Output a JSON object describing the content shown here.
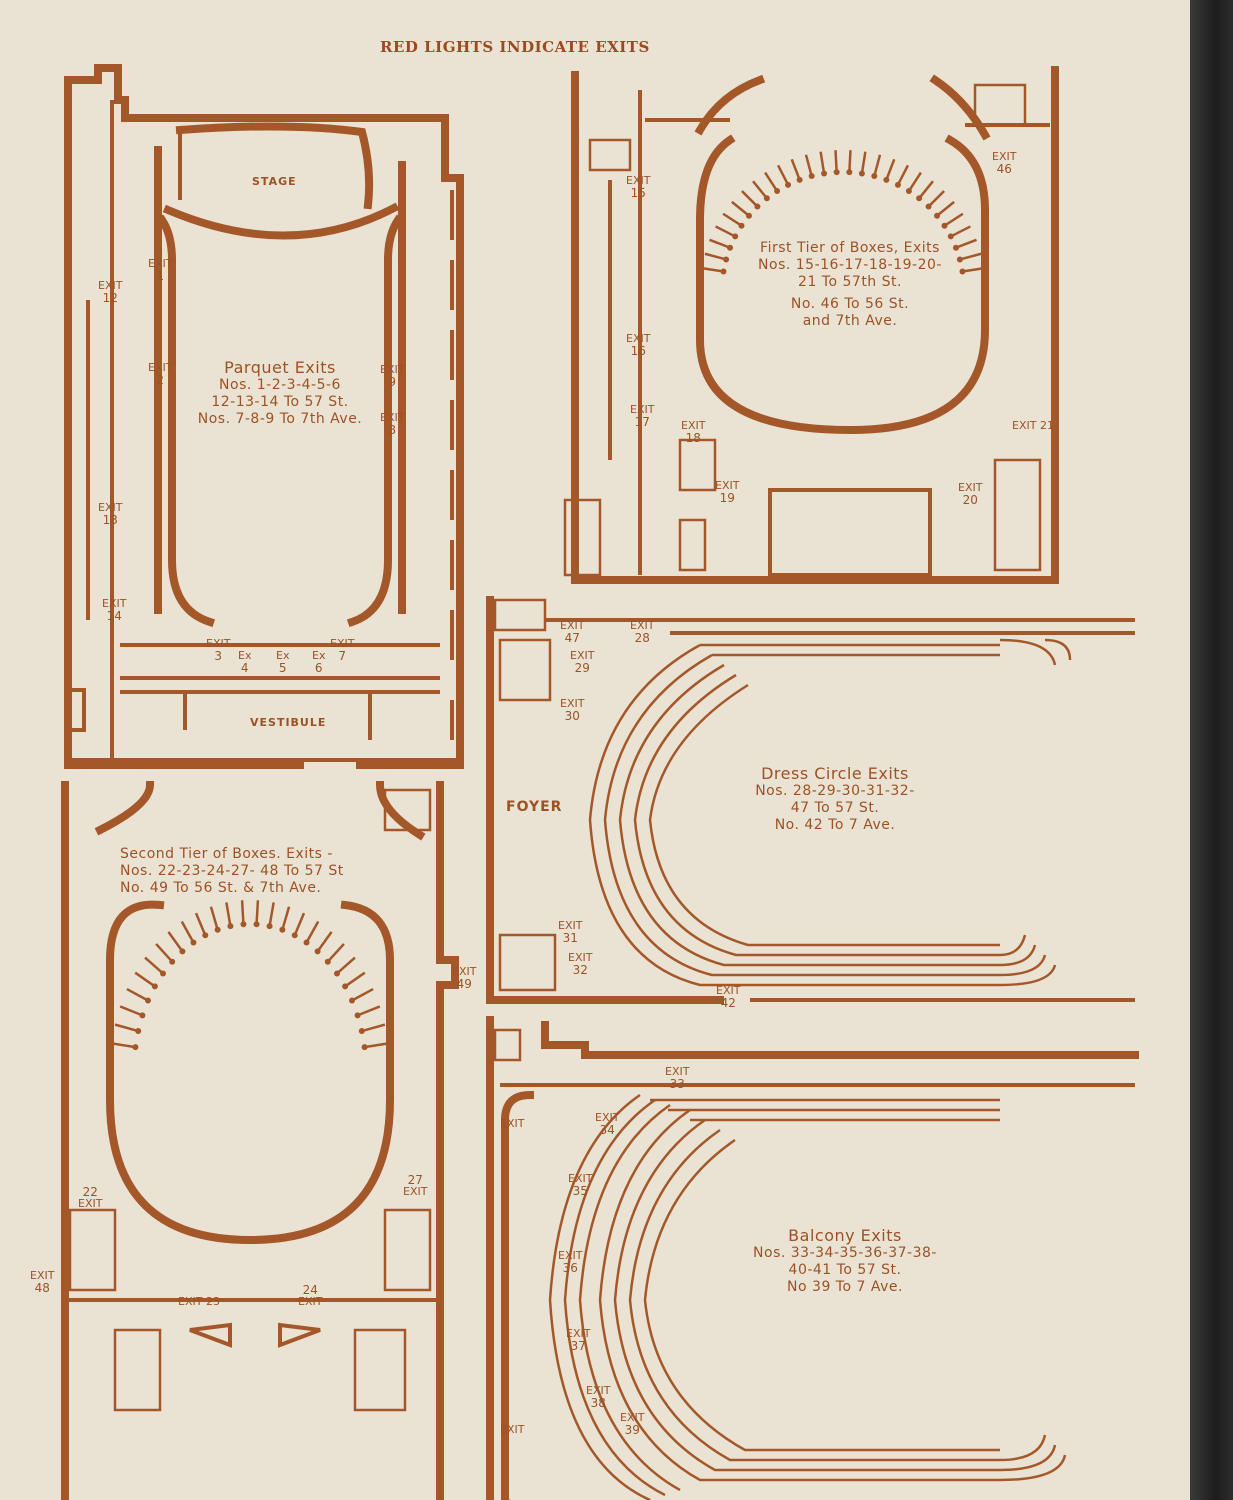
{
  "header": "RED LIGHTS INDICATE EXITS",
  "colors": {
    "ink": "#a4582a",
    "paper": "#eae3d4"
  },
  "rooms": {
    "stage": "STAGE",
    "vestibule": "VESTIBULE",
    "foyer": "FOYER"
  },
  "captions": {
    "parquet": {
      "title": "Parquet Exits",
      "line1": "Nos. 1-2-3-4-5-6",
      "line2": "12-13-14 To 57 St.",
      "line3": "Nos. 7-8-9 To 7th Ave."
    },
    "first_tier": {
      "title": "First Tier of Boxes, Exits",
      "line1": "Nos. 15-16-17-18-19-20-",
      "line2": "21 To 57th St.",
      "line3": "No. 46 To 56 St.",
      "line4": "and 7th Ave."
    },
    "second_tier": {
      "title": "Second Tier of Boxes. Exits -",
      "line1": "Nos. 22-23-24-27- 48 To 57 St",
      "line2": "No. 49 To 56 St. & 7th Ave."
    },
    "dress_circle": {
      "title": "Dress Circle Exits",
      "line1": "Nos. 28-29-30-31-32-",
      "line2": "47 To 57 St.",
      "line3": "No. 42 To 7 Ave."
    },
    "balcony": {
      "title": "Balcony Exits",
      "line1": "Nos. 33-34-35-36-37-38-",
      "line2": "40-41 To 57 St.",
      "line3": "No 39 To 7 Ave."
    }
  },
  "exit_word": "EXIT",
  "ex_word": "Ex",
  "exits": {
    "e1": "1",
    "e2": "2",
    "e3": "3",
    "e4": "4",
    "e5": "5",
    "e6": "6",
    "e7": "7",
    "e8": "8",
    "e9": "9",
    "e12": "12",
    "e13": "13",
    "e14": "14",
    "e15": "15",
    "e16": "16",
    "e17": "17",
    "e18": "18",
    "e19": "19",
    "e20": "20",
    "e21": "21",
    "e22": "22",
    "e23": "23",
    "e24": "24",
    "e27": "27",
    "e28": "28",
    "e29": "29",
    "e30": "30",
    "e31": "31",
    "e32": "32",
    "e33": "33",
    "e34": "34",
    "e35": "35",
    "e36": "36",
    "e37": "37",
    "e38": "38",
    "e39": "39",
    "e42": "42",
    "e46": "46",
    "e47": "47",
    "e48": "48",
    "e49": "49"
  }
}
